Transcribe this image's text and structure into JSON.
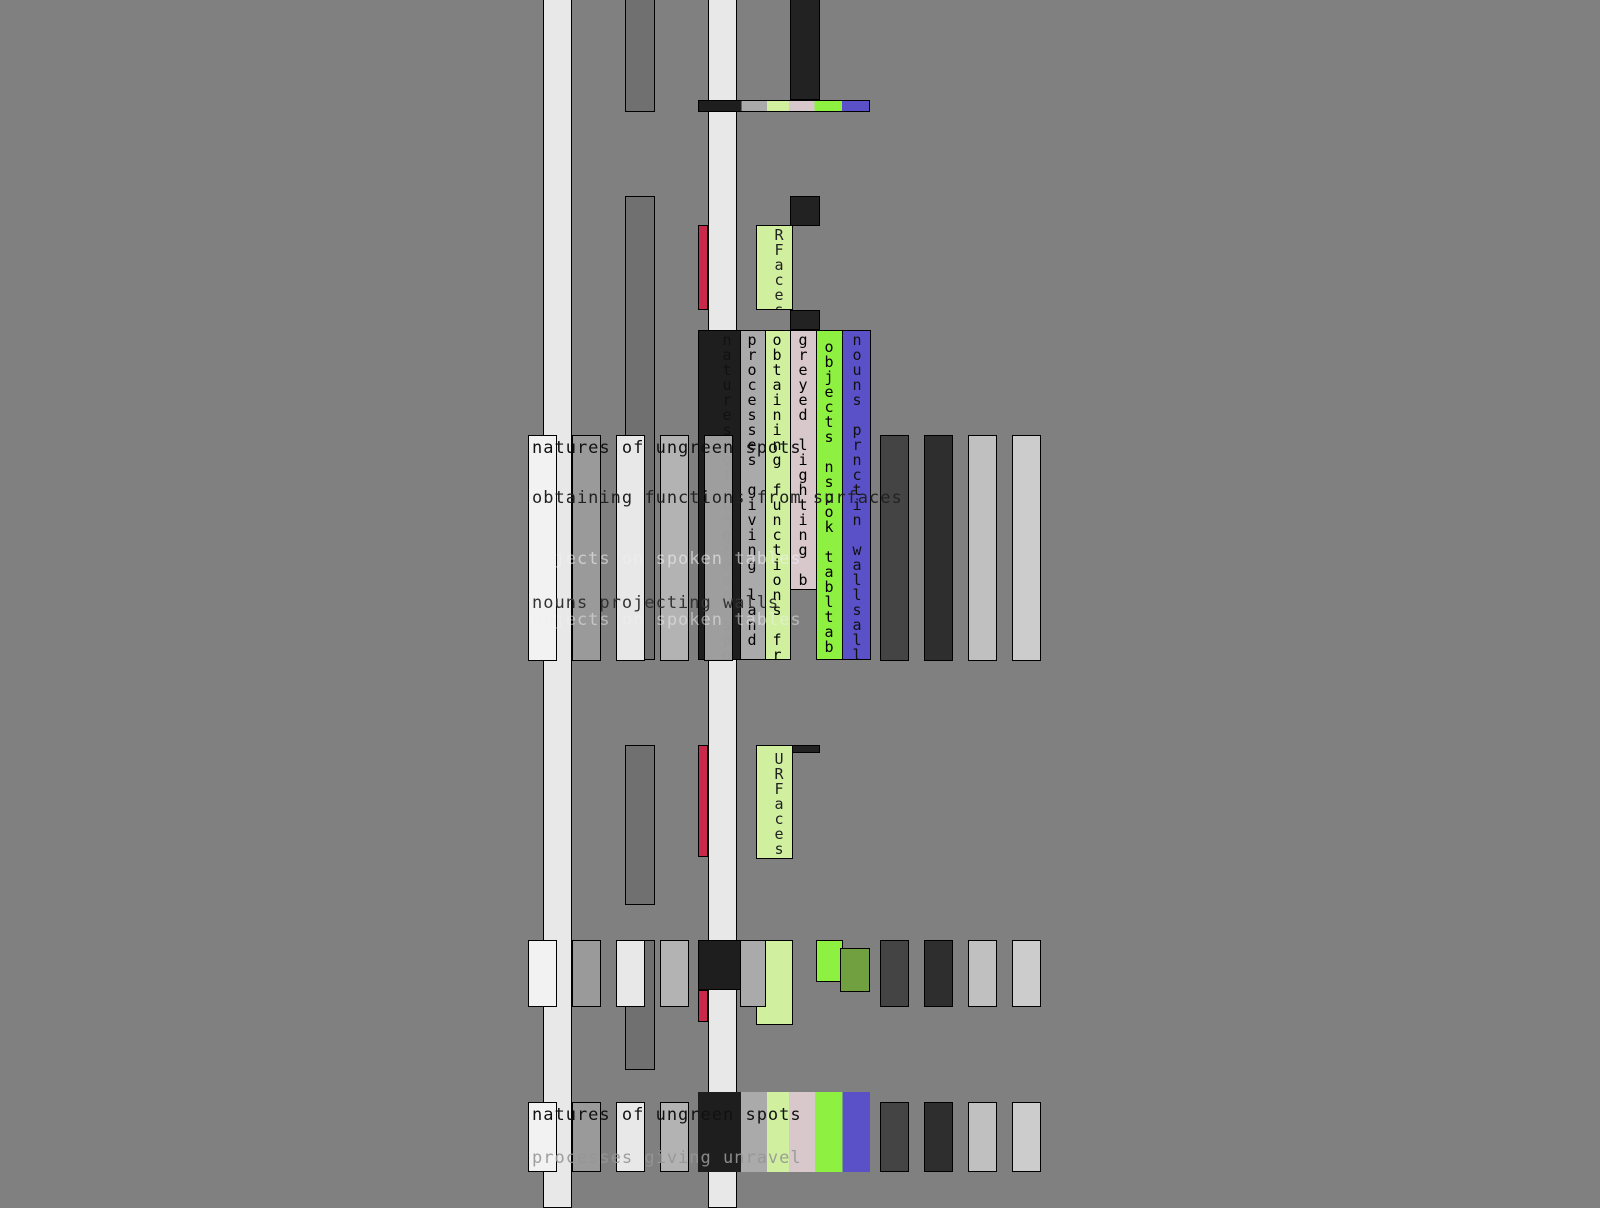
{
  "labels": {
    "natures": "natures of ungreen spots",
    "obtaining": "obtaining functions from surfaces",
    "objects": "objects on spoken tables",
    "nouns": "nouns projecting walls",
    "processes": "processes giving unravel",
    "processes_land": "processes giving land and land",
    "greyed": "greyed lighting bogs",
    "surfaces_a": "RFaces",
    "surfaces_b": "URFaces",
    "objects_tab": "objects nspok tabltab",
    "nouns_walls": "nouns prnctin wallsall"
  },
  "colors": {
    "background": "#808080",
    "dark": "#1e1e1e",
    "green": "#8ef040",
    "lime": "#d0f0a0",
    "purple": "#5a50c8",
    "red": "#c8284a"
  }
}
